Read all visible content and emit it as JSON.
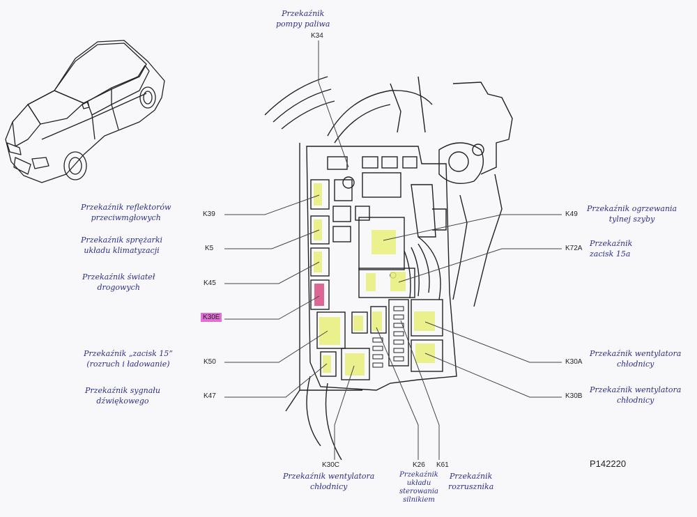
{
  "figure_id": "P142220",
  "highlight_color": "#e8f07a",
  "highlight_red": "#d8568a",
  "ink_color": "#2a2f8a",
  "relays": [
    {
      "code": "K34",
      "label": [
        "Przekaźnik",
        "pompy paliwa"
      ]
    },
    {
      "code": "K39",
      "label": [
        "Przekaźnik reflektorów",
        "przeciwmgłowych"
      ]
    },
    {
      "code": "K5",
      "label": [
        "Przekaźnik sprężarki",
        "układu klimatyzacji"
      ]
    },
    {
      "code": "K45",
      "label": [
        "Przekaźnik świateł",
        "drogowych"
      ]
    },
    {
      "code": "K30E",
      "label": []
    },
    {
      "code": "K50",
      "label": [
        "Przekaźnik „zacisk 15”",
        "(rozruch i ładowanie)"
      ]
    },
    {
      "code": "K47",
      "label": [
        "Przekaźnik sygnału",
        "dźwiękowego"
      ]
    },
    {
      "code": "K49",
      "label": [
        "Przekaźnik ogrzewania",
        "tylnej szyby"
      ]
    },
    {
      "code": "K72A",
      "label": [
        "Przekaźnik",
        "zacisk 15a"
      ]
    },
    {
      "code": "K30A",
      "label": [
        "Przekaźnik wentylatora",
        "chłodnicy"
      ]
    },
    {
      "code": "K30B",
      "label": [
        "Przekaźnik wentylatora",
        "chłodnicy"
      ]
    },
    {
      "code": "K30C",
      "label": [
        "Przekaźnik wentylatora",
        "chłodnicy"
      ]
    },
    {
      "code": "K26",
      "label": [
        "Przekaźnik",
        "układu",
        "sterowania",
        "silnikiem"
      ]
    },
    {
      "code": "K61",
      "label": [
        "Przekaźnik",
        "rozrusznika"
      ]
    }
  ]
}
